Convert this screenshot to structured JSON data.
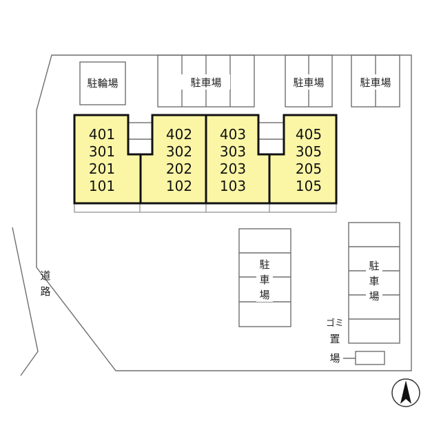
{
  "buildings": [
    {
      "units": [
        "401",
        "301",
        "201",
        "101"
      ]
    },
    {
      "units": [
        "402",
        "302",
        "202",
        "102"
      ]
    },
    {
      "units": [
        "403",
        "303",
        "203",
        "103"
      ]
    },
    {
      "units": [
        "405",
        "305",
        "205",
        "105"
      ]
    }
  ],
  "labels": {
    "bicycle_parking": "駐輪場",
    "parking_top_center": "駐車場",
    "parking_top_right1": "駐車場",
    "parking_top_right2": "駐車場",
    "parking_middle": [
      "駐",
      "車",
      "場"
    ],
    "parking_right": [
      "駐",
      "車",
      "場"
    ],
    "garbage": [
      "ゴミ",
      "置",
      "場"
    ],
    "road": [
      "道",
      "路"
    ]
  },
  "colors": {
    "unit_fill": "#fbf6a6",
    "unit_outline": "#111111",
    "line": "#6e6e6e"
  },
  "icons": {
    "compass": "north-arrow-icon"
  }
}
